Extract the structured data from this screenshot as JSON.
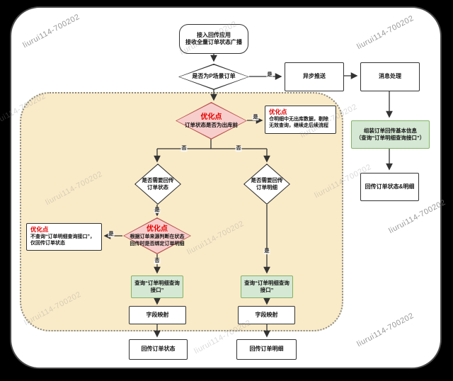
{
  "watermark": {
    "text": "liurui114-700202"
  },
  "colors": {
    "background": "#000000",
    "page": "#ffffff",
    "region_fill": "#faebc8",
    "pink_fill": "#f8cecc",
    "pink_stroke": "#b85450",
    "green_fill": "#d5e8d4",
    "green_stroke": "#82b366",
    "accent_red": "#e60000"
  },
  "labels": {
    "yes": "是",
    "no": "否"
  },
  "nodes": {
    "start": {
      "line1": "接入回传应用",
      "line2": "接收全量订单状态广播"
    },
    "is_p_order": "是否为P场景订单",
    "async_push": "异步推送",
    "msg_process": "消息处理",
    "assemble": {
      "line1": "组装订单回传基本信息",
      "line2": "（查询“订单明细查询接口”）"
    },
    "callback_both": "回传订单状态&明细",
    "opt1": {
      "title": "优化点",
      "body": "订单状态是否为出库前"
    },
    "opt1_note": {
      "title": "优化点",
      "body": "仓明细中无出库数据，剔除无效查询，继续走后续流程"
    },
    "need_status": {
      "line1": "是否需要回传",
      "line2": "订单状态"
    },
    "need_detail": {
      "line1": "是否需要回传",
      "line2": "订单明细"
    },
    "opt2": {
      "title": "优化点",
      "line1": "根据订单来源判断在状态",
      "line2": "回传时是否绑定订单明细"
    },
    "opt2_note": {
      "title": "优化点",
      "body": "不查询“订单明细查询接口”，仅回传订单状态"
    },
    "query_left": {
      "line1": "查询“订单明细查询",
      "line2": "接口”"
    },
    "query_right": {
      "line1": "查询“订单明细查询",
      "line2": "接口”"
    },
    "field_map_left": "字段映射",
    "field_map_right": "字段映射",
    "cb_status": "回传订单状态",
    "cb_detail": "回传订单明细"
  }
}
